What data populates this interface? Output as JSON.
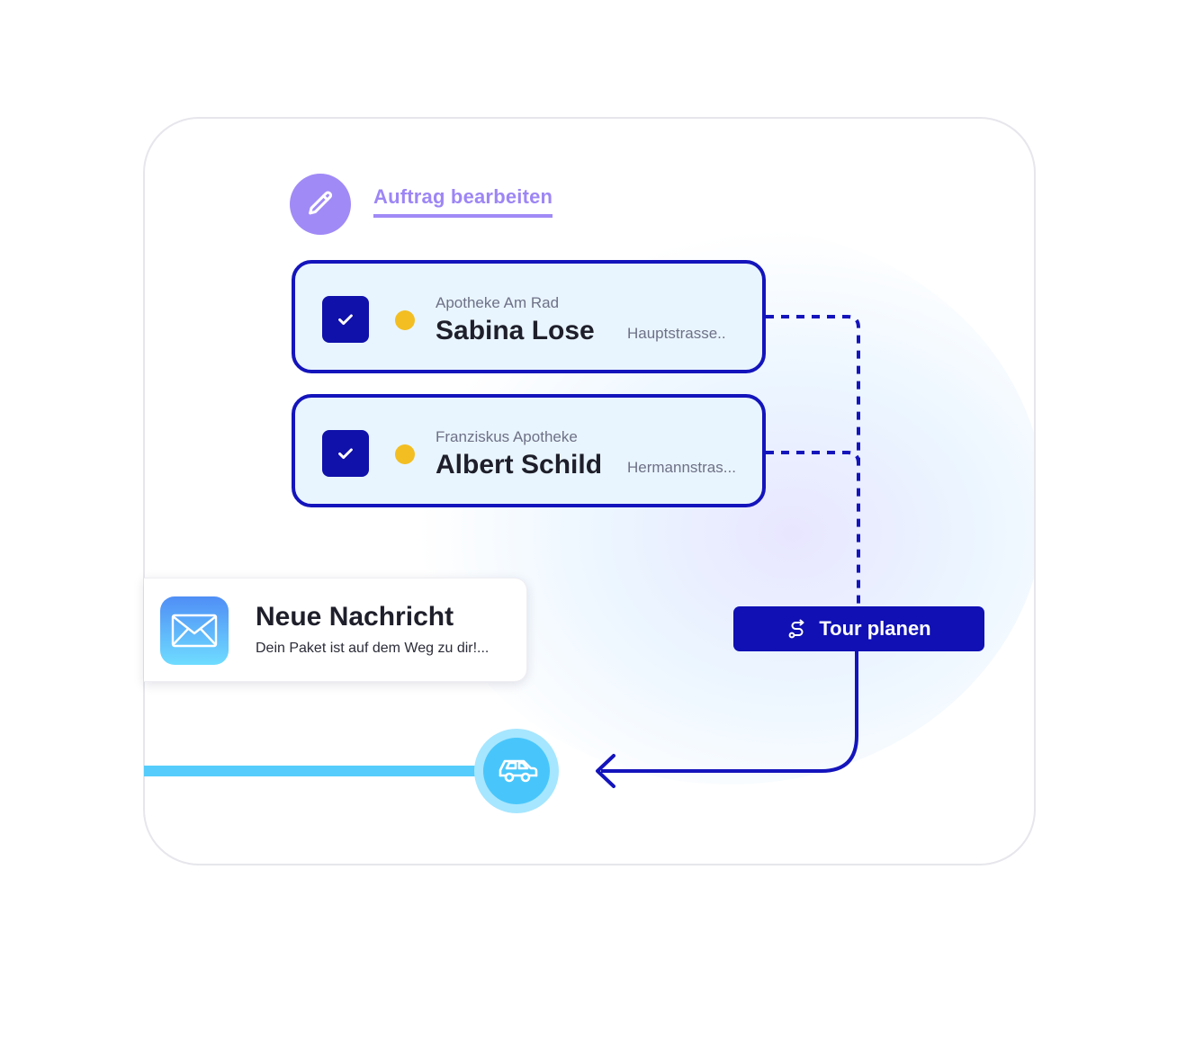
{
  "edit": {
    "label": "Auftrag bearbeiten",
    "icon": "pencil-icon",
    "accent": "#a08af6"
  },
  "orders": [
    {
      "pharmacy": "Apotheke Am Rad",
      "name": "Sabina Lose",
      "street": "Hauptstrasse..",
      "checked": true,
      "status_color": "#f2be22"
    },
    {
      "pharmacy": "Franziskus Apotheke",
      "name": "Albert Schild",
      "street": "Hermannstras...",
      "checked": true,
      "status_color": "#f2be22"
    }
  ],
  "notification": {
    "title": "Neue Nachricht",
    "body": "Dein Paket ist auf dem Weg zu dir!...",
    "icon": "mail-icon"
  },
  "tour_button": {
    "label": "Tour planen",
    "icon": "route-icon"
  },
  "vehicle": {
    "icon": "car-icon"
  },
  "colors": {
    "primary": "#1414bc",
    "card_bg": "#e9f5fe",
    "timeline": "#55ccfb",
    "purple": "#9d86f5"
  }
}
